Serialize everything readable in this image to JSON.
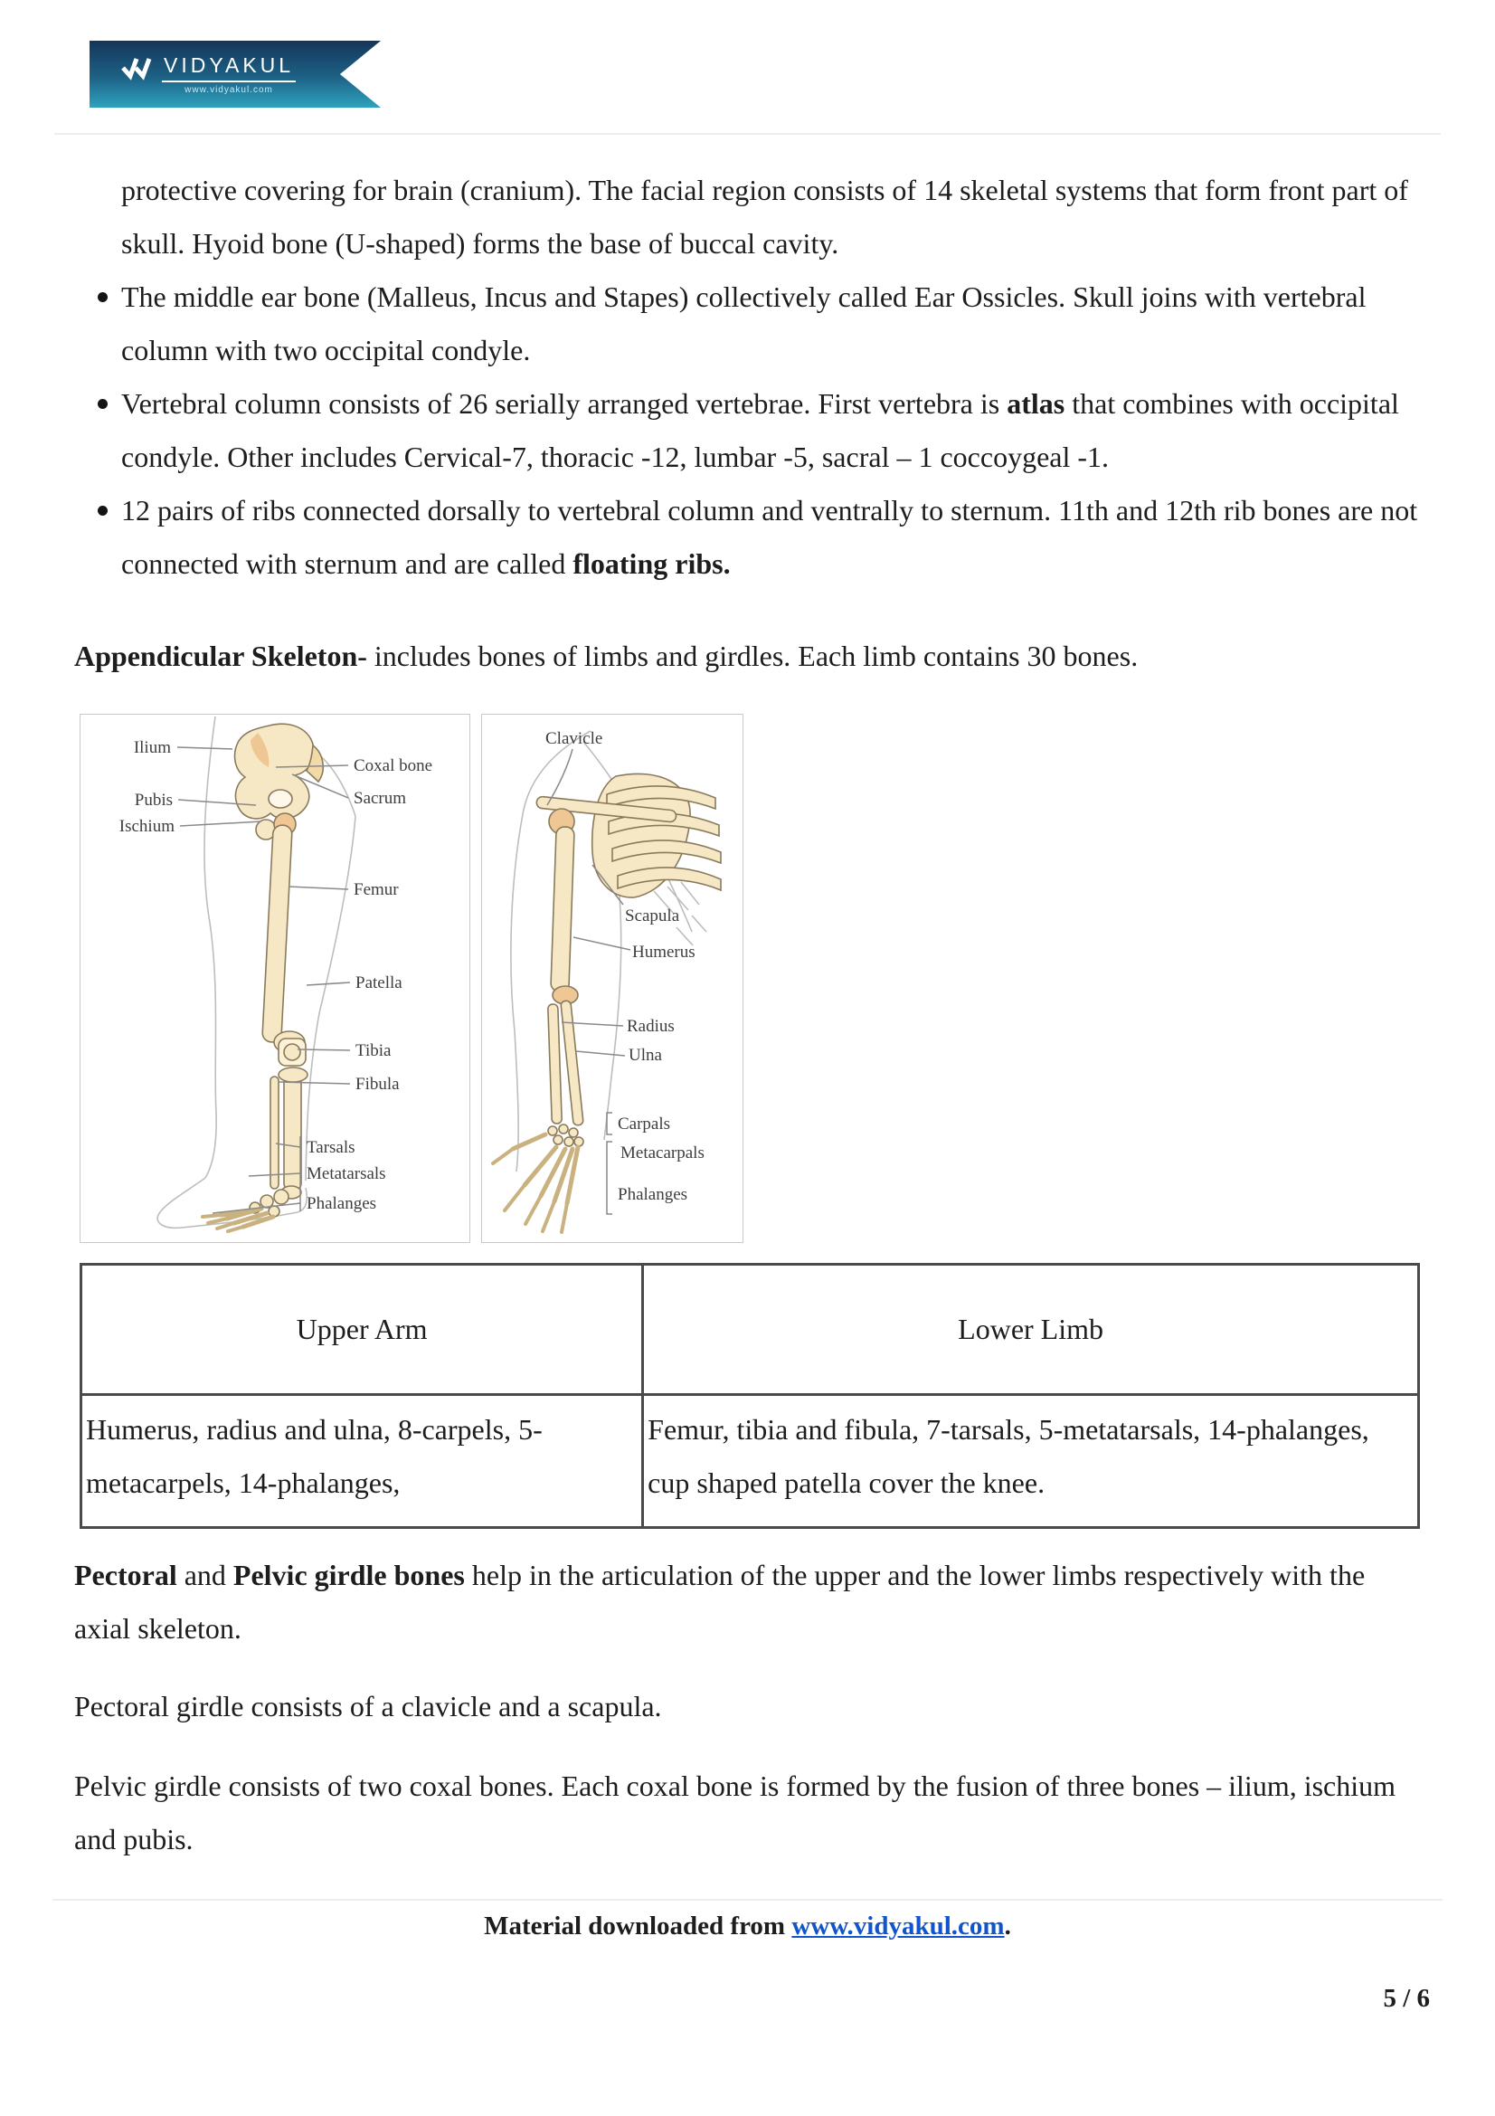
{
  "header": {
    "logo": {
      "title": "VIDYAKUL",
      "subtitle": "www.vidyakul.com"
    },
    "icons": {
      "logo_mark": "double-check-icon"
    },
    "colors": {
      "banner_top": "#14365a",
      "banner_bottom": "#2fa3be",
      "logo_text": "#ffffff"
    }
  },
  "content": {
    "intro": "protective covering for brain (cranium). The facial region consists of 14 skeletal systems that form front part of skull. Hyoid bone (U-shaped) forms the base of buccal cavity.",
    "bullets": [
      {
        "pre": "The middle ear bone (Malleus, Incus and Stapes) collectively called Ear Ossicles. Skull joins with vertebral column with two occipital condyle."
      },
      {
        "pre": "Vertebral column consists of 26 serially arranged vertebrae. First vertebra is ",
        "bold": "atlas",
        "post": " that combines with occipital condyle. Other includes Cervical-7, thoracic -12, lumbar -5, sacral – 1 coccoygeal -1."
      },
      {
        "pre": "12 pairs of ribs connected dorsally to vertebral column and ventrally to sternum. 11th and 12th rib bones are not connected with sternum and are called ",
        "bold": "floating ribs."
      }
    ],
    "appendicular": {
      "bold": "Appendicular Skeleton-",
      "rest": " includes bones of limbs and girdles. Each limb contains 30 bones."
    }
  },
  "diagram": {
    "left_labels": {
      "ilium": "Ilium",
      "coxal_bone": "Coxal bone",
      "pubis": "Pubis",
      "sacrum": "Sacrum",
      "ischium": "Ischium",
      "femur": "Femur",
      "patella": "Patella",
      "tibia": "Tibia",
      "fibula": "Fibula",
      "tarsals": "Tarsals",
      "metatarsals": "Metatarsals",
      "phalanges": "Phalanges"
    },
    "right_labels": {
      "clavicle": "Clavicle",
      "scapula": "Scapula",
      "humerus": "Humerus",
      "radius": "Radius",
      "ulna": "Ulna",
      "carpals": "Carpals",
      "metacarpals": "Metacarpals",
      "phalanges": "Phalanges"
    },
    "colors": {
      "bone_fill": "#f6e8c4",
      "bone_shade": "#eec795",
      "bone_outline": "#8a7a5c",
      "silhouette": "#bdbdbd",
      "pointer": "#8a8a8a",
      "label": "#3e3e3e"
    }
  },
  "table": {
    "headers": [
      "Upper Arm",
      "Lower Limb"
    ],
    "rows": [
      [
        "Humerus, radius and ulna, 8-carpels, 5-metacarpels, 14-phalanges,",
        "Femur, tibia and fibula, 7-tarsals, 5-metatarsals, 14-phalanges, cup shaped patella cover the knee."
      ]
    ]
  },
  "paragraphs": {
    "pectoral": {
      "b1": "Pectoral",
      "t1": " and ",
      "b2": "Pelvic girdle bones",
      "t2": " help in the articulation of the upper and the lower limbs respectively with the axial skeleton."
    },
    "pectoral_girdle": "Pectoral girdle consists of a clavicle and a scapula.",
    "pelvic_girdle": "Pelvic girdle consists of two coxal bones. Each coxal bone is formed by the fusion of three bones – ilium, ischium and pubis."
  },
  "footer": {
    "prefix": "Material downloaded from ",
    "link": "www.vidyakul.com",
    "suffix": ".",
    "page": "5 / 6",
    "link_color": "#1155cc"
  }
}
